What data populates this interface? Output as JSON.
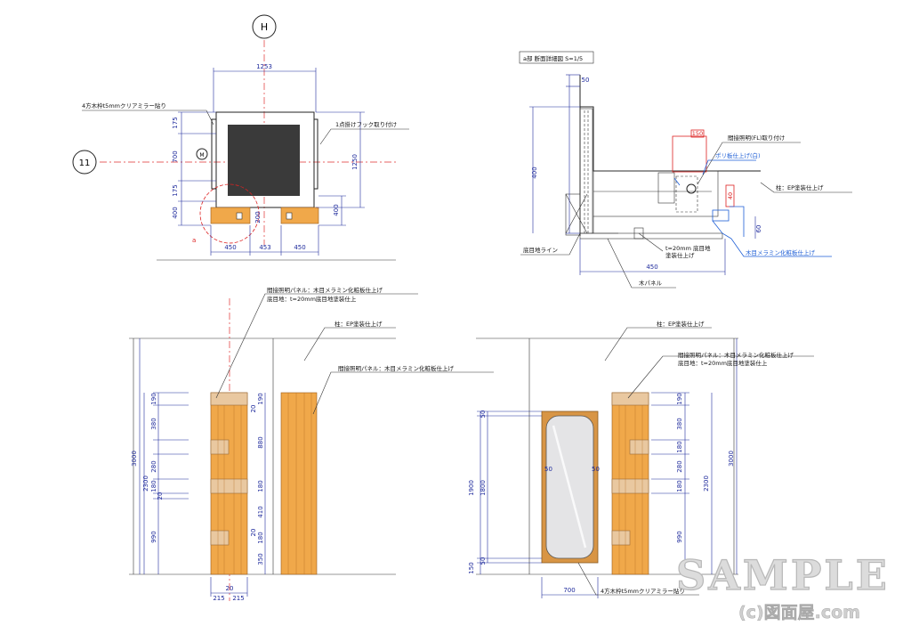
{
  "watermark": {
    "main": "SAMPLE",
    "copyright": "(c)図面屋.com"
  },
  "plan": {
    "grid_h": "H",
    "grid_11": "11",
    "dim_top": "1253",
    "dim_right": "1250",
    "left_dims": [
      "175",
      "700",
      "175",
      "400"
    ],
    "right_dim": "400",
    "mid_dim": "200",
    "bottom_dims": [
      "450",
      "453",
      "450"
    ],
    "label_mirror": "4方木枠t5mmクリアミラー貼り",
    "label_hook": "1点掛けフック取り付け",
    "marker_m": "M",
    "section_mark": "a"
  },
  "section": {
    "title": "a部 断面詳細図 S=1/5",
    "dim_50_top": "50",
    "dim_400": "400",
    "dim_150": "150",
    "dim_40": "40",
    "dim_60": "60",
    "dim_450": "450",
    "label_light": "間接照明(FL)取り付け",
    "label_poly": "ポリ板仕上げ(白)",
    "label_pillar": "柱：EP塗装仕上げ",
    "label_floor_line": "底目地ライン",
    "label_joint1": "t=20mm 底目地",
    "label_joint2": "塗装仕上げ",
    "label_melamine": "木目メラミン化粧板仕上げ",
    "label_panel": "木パネル"
  },
  "elev_left": {
    "panel_note1": "間接照明パネル：木目メラミン化粧板仕上げ",
    "panel_note2": "底目地：t=20mm底目地塗装仕上",
    "pillar_note": "柱：EP塗装仕上げ",
    "panel_note_right": "間接照明パネル：木目メラミン化粧板仕上げ",
    "total_height": "3000",
    "dim_2300": "2300",
    "left_dims": [
      "190",
      "380",
      "280",
      "180",
      "20",
      "990"
    ],
    "inner_dims": [
      "190",
      "20",
      "880",
      "180",
      "410",
      "180",
      "350",
      "20"
    ],
    "bottom_dims": [
      "215",
      "215"
    ],
    "bottom_mid": "20"
  },
  "elev_right": {
    "pillar_note": "柱：EP塗装仕上げ",
    "panel_note1": "間接照明パネル：木目メラミン化粧板仕上げ",
    "panel_note2": "底目地：t=20mm底目地塗装仕上",
    "mirror_left_dims": [
      "50",
      "1900",
      "1800",
      "50",
      "150"
    ],
    "mirror_side": [
      "50",
      "50"
    ],
    "mirror_width": "700",
    "mirror_note": "4方木枠t5mmクリアミラー貼り",
    "panel_dims": [
      "190",
      "380",
      "180",
      "280",
      "180",
      "990"
    ],
    "dim_2300": "2300",
    "total_height": "3000"
  }
}
